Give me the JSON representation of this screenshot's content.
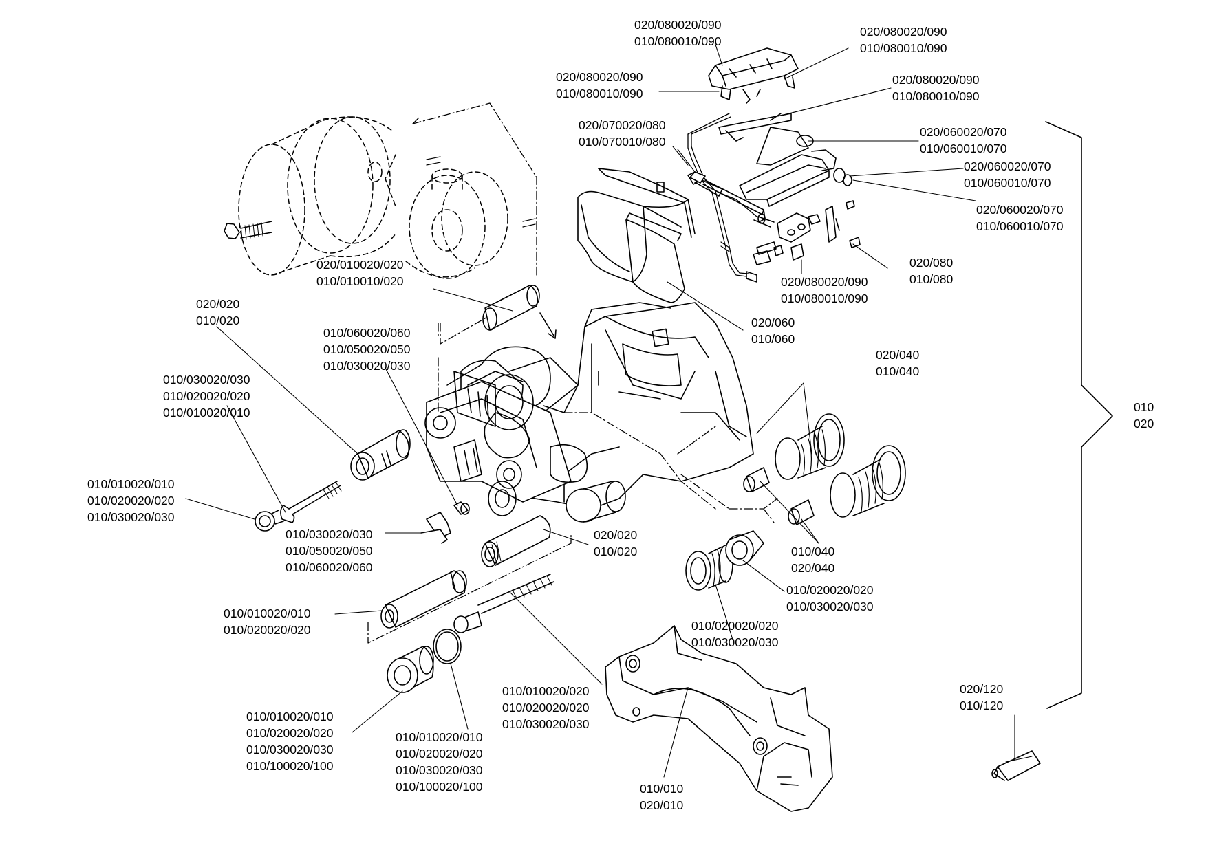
{
  "colors": {
    "ink": "#000000",
    "paper": "#ffffff"
  },
  "labels": {
    "guide_top_left": [
      "020/080020/090",
      "010/080010/090"
    ],
    "guide_top_right": [
      "020/080020/090",
      "010/080010/090"
    ],
    "guide_clip": [
      "020/080020/090",
      "010/080010/090"
    ],
    "guide_wire": [
      "020/080020/090",
      "010/080010/090"
    ],
    "sensor": [
      "020/070020/080",
      "010/070010/080"
    ],
    "spring_1": [
      "020/060020/070",
      "010/060010/070"
    ],
    "spring_2": [
      "020/060020/070",
      "010/060010/070"
    ],
    "spring_3": [
      "020/060020/070",
      "010/060010/070"
    ],
    "bolt_080": [
      "020/080",
      "010/080"
    ],
    "bracket_090": [
      "020/080020/090",
      "010/080010/090"
    ],
    "pads": [
      "020/060",
      "010/060"
    ],
    "sleeve_top": [
      "020/010020/020",
      "010/010010/020"
    ],
    "cap_top": [
      "020/020",
      "010/020"
    ],
    "cap_set": [
      "010/060020/060",
      "010/050020/050",
      "010/030020/030"
    ],
    "bolt_set": [
      "010/030020/030",
      "010/020020/020",
      "010/010020/010"
    ],
    "ring_left": [
      "010/010020/010",
      "010/020020/020",
      "010/030020/030"
    ],
    "clip_set": [
      "010/030020/030",
      "010/050020/050",
      "010/060020/060"
    ],
    "sleeve_mid": [
      "020/020",
      "010/020"
    ],
    "tube_low": [
      "010/010020/010",
      "010/020020/020"
    ],
    "boots_right": [
      "020/040",
      "010/040"
    ],
    "bushing_right": [
      "010/040",
      "020/040"
    ],
    "seal_right": [
      "010/020020/020",
      "010/030020/030"
    ],
    "boot_low": [
      "010/020020/020",
      "010/030020/030"
    ],
    "guide_pin": [
      "010/010020/020",
      "010/020020/020",
      "010/030020/030"
    ],
    "cap_low": [
      "010/010020/010",
      "010/020020/020",
      "010/030020/030",
      "010/100020/100"
    ],
    "oring_low": [
      "010/010020/010",
      "010/020020/020",
      "010/030020/030",
      "010/100020/100"
    ],
    "carrier": [
      "010/010",
      "020/010"
    ],
    "assembly": [
      "010",
      "020"
    ],
    "grease": [
      "020/120",
      "010/120"
    ]
  }
}
